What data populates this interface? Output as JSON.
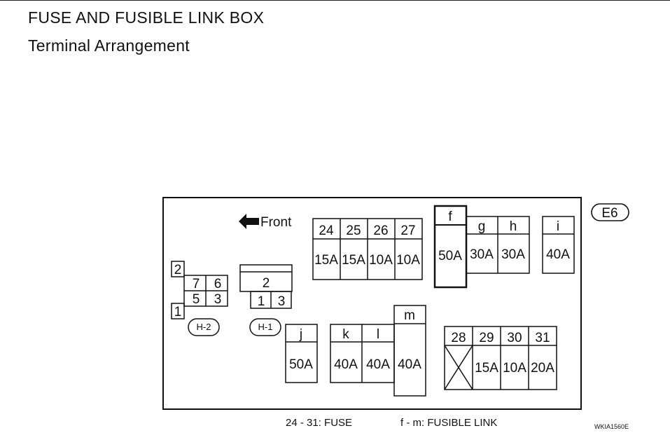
{
  "header": {
    "title": "FUSE AND FUSIBLE LINK BOX",
    "subtitle": "Terminal Arrangement"
  },
  "diagram": {
    "connector_id": "E6",
    "front_label": "Front",
    "harness_connectors": [
      "H-2",
      "H-1"
    ],
    "h2_terminals": [
      "2",
      "7",
      "6",
      "5",
      "3",
      "1"
    ],
    "h1_terminals": [
      "2",
      "1",
      "3"
    ],
    "fuses_top": [
      {
        "id": "24",
        "rating": "15A"
      },
      {
        "id": "25",
        "rating": "15A"
      },
      {
        "id": "26",
        "rating": "10A"
      },
      {
        "id": "27",
        "rating": "10A"
      }
    ],
    "fusible_links_top": [
      {
        "id": "f",
        "rating": "50A"
      },
      {
        "id": "g",
        "rating": "30A"
      },
      {
        "id": "h",
        "rating": "30A"
      },
      {
        "id": "i",
        "rating": "40A"
      }
    ],
    "fusible_links_bottom": [
      {
        "id": "j",
        "rating": "50A"
      },
      {
        "id": "k",
        "rating": "40A"
      },
      {
        "id": "l",
        "rating": "40A"
      },
      {
        "id": "m",
        "rating": "40A"
      }
    ],
    "fuses_bottom": [
      {
        "id": "28",
        "rating": ""
      },
      {
        "id": "29",
        "rating": "15A"
      },
      {
        "id": "30",
        "rating": "10A"
      },
      {
        "id": "31",
        "rating": "20A"
      }
    ]
  },
  "legend": {
    "fuse": "24 - 31: FUSE",
    "fusible_link": "f - m: FUSIBLE LINK"
  },
  "figure_code": "WKIA1560E"
}
